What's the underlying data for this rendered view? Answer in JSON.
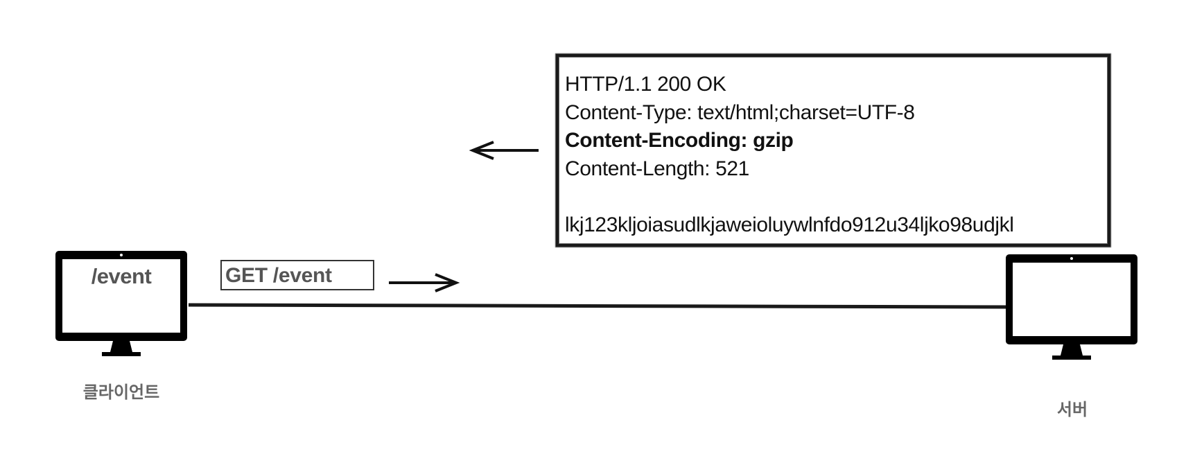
{
  "client": {
    "screen_text": "/event",
    "label": "클라이언트"
  },
  "server": {
    "label": "서버"
  },
  "request": {
    "text": "GET /event"
  },
  "response": {
    "status_line": "HTTP/1.1 200 OK",
    "headers": [
      {
        "text": "Content-Type: text/html;charset=UTF-8",
        "bold": false
      },
      {
        "text": "Content-Encoding: gzip",
        "bold": true
      },
      {
        "text": "Content-Length: 521",
        "bold": false
      }
    ],
    "body": "lkj123kljoiasudlkjaweioluywlnfdo912u34ljko98udjkl"
  },
  "colors": {
    "device": "#000000",
    "line": "#1a1a1a",
    "label_gray": "#666666"
  }
}
